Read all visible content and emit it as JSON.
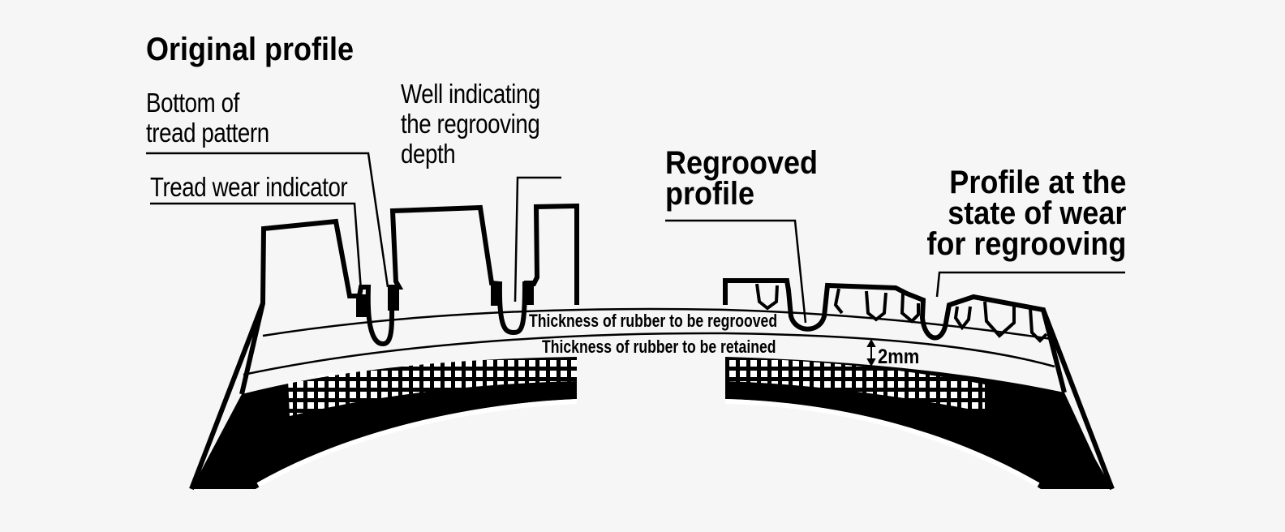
{
  "labels": {
    "original_profile": "Original profile",
    "bottom_of_tread_pattern": [
      "Bottom of",
      "tread pattern"
    ],
    "tread_wear_indicator": "Tread wear indicator",
    "well_indicating": [
      "Well indicating",
      "the regrooving",
      "depth"
    ],
    "regrooved_profile": [
      "Regrooved",
      "profile"
    ],
    "profile_at_wear_state": [
      "Profile at the",
      "state of wear",
      "for regrooving"
    ],
    "thickness_to_be_regrooved": "Thickness of rubber to be regrooved",
    "thickness_to_be_retained": "Thickness of rubber to be retained",
    "retained_dimension": "2mm"
  },
  "colors": {
    "ink": "#000000",
    "background": "#f6f6f6"
  }
}
